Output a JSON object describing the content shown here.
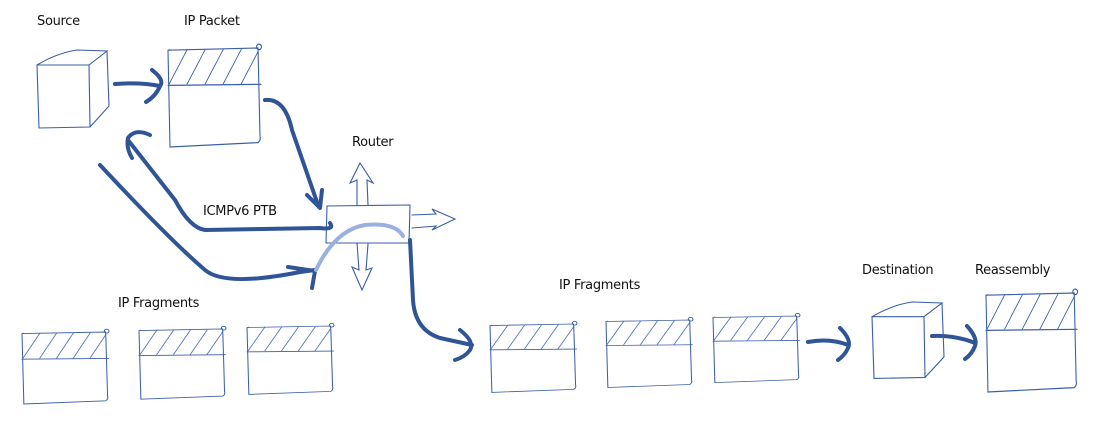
{
  "labels": {
    "source": "Source",
    "ip_packet": "IP Packet",
    "router": "Router",
    "icmp": "ICMPv6 PTB",
    "ip_fragments_left": "IP Fragments",
    "ip_fragments_right": "IP Fragments",
    "destination": "Destination",
    "reassembly": "Reassembly"
  },
  "colors": {
    "stroke": "#3b5ea8",
    "arrow": "#2f5597",
    "highlight": "#9ab0e0"
  }
}
